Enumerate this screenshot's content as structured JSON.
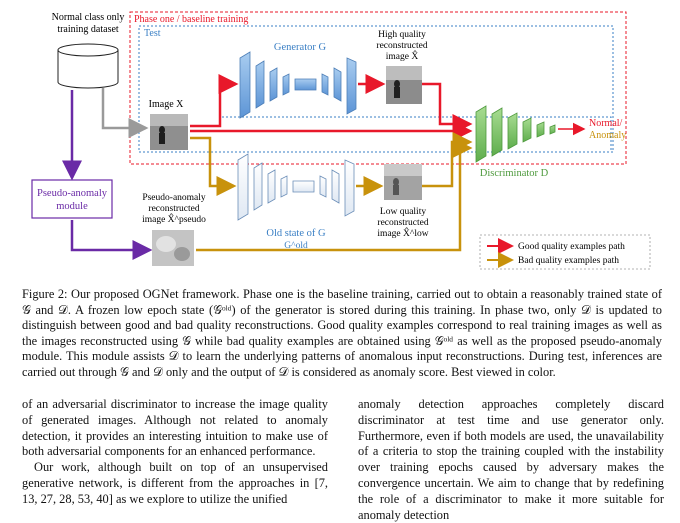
{
  "figure": {
    "phase_label": "Phase one / baseline training",
    "test_label": "Test",
    "dataset_label": [
      "Normal class only",
      "training dataset"
    ],
    "image_label": "Image X",
    "generator_label": "Generator G",
    "old_generator_label": [
      "Old state of G",
      "G^old"
    ],
    "high_quality_label": [
      "High quality",
      "reconstructed",
      "image X̂"
    ],
    "low_quality_label": [
      "Low quality",
      "reconstructed",
      "image X̂^low"
    ],
    "pseudo_anomaly_module": [
      "Pseudo-anomaly",
      "module"
    ],
    "pseudo_anomaly_label": [
      "Pseudo-anomaly",
      "reconstructed",
      "image X̂^pseudo"
    ],
    "discriminator_label": "Discriminator D",
    "output_normal": "Normal/",
    "output_anomaly": "Anomaly",
    "legend_good": "Good quality examples path",
    "legend_bad": "Bad quality examples path",
    "colors": {
      "red": "#e8182a",
      "gold": "#c8920c",
      "purple": "#6a2aa6",
      "gray": "#9a9a9a",
      "blue_box": "#5b8fd0",
      "green": "#7cc26a"
    }
  },
  "caption": "Figure 2: Our proposed OGNet framework. Phase one is the baseline training, carried out to obtain a reasonably trained state of 𝒢 and 𝒟. A frozen low epoch state (𝒢ᵒˡᵈ) of the generator is stored during this training. In phase two, only 𝒟 is updated to distinguish between good and bad quality reconstructions. Good quality examples correspond to real training images as well as the images reconstructed using 𝒢 while bad quality examples are obtained using 𝒢ᵒˡᵈ as well as the proposed pseudo-anomaly module. This module assists 𝒟 to learn the underlying patterns of anomalous input reconstructions. During test, inferences are carried out through 𝒢 and 𝒟 only and the output of 𝒟 is considered as anomaly score. Best viewed in color.",
  "body": {
    "left_p1": "of an adversarial discriminator to increase the image quality of generated images. Although not related to anomaly detection, it provides an interesting intuition to make use of both adversarial components for an enhanced performance.",
    "left_p2": "Our work, although built on top of an unsupervised generative network, is different from the approaches in [7, 13, 27, 28, 53, 40] as we explore to utilize the unified",
    "right_p1": "anomaly detection approaches completely discard discriminator at test time and use generator only. Furthermore, even if both models are used, the unavailability of a criteria to stop the training coupled with the instability over training epochs caused by adversary makes the convergence uncertain. We aim to change that by redefining the role of a discriminator to make it more suitable for anomaly detection"
  }
}
